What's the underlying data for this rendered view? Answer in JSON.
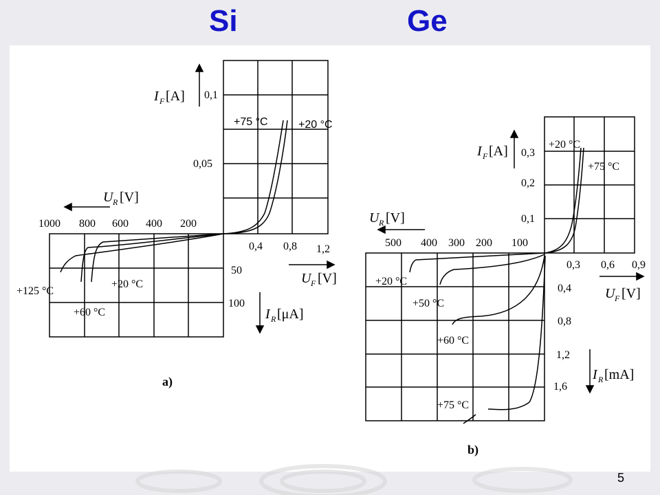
{
  "slide": {
    "title_si": "Si",
    "title_ge": "Ge",
    "page_number": "5"
  },
  "diagram_a": {
    "caption": "a)",
    "if_axis": "[A]",
    "if_sym": "I",
    "if_sub": "F",
    "ur_axis": "[V]",
    "ur_sym": "U",
    "ur_sub": "R",
    "uf_axis": "[V]",
    "uf_sym": "U",
    "uf_sub": "F",
    "ir_axis": "[μA]",
    "ir_sym": "I",
    "ir_sub": "R",
    "if_ticks": [
      "0,1",
      "0,05"
    ],
    "uf_ticks": [
      "0,4",
      "0,8",
      "1,2"
    ],
    "ur_ticks": [
      "1000",
      "800",
      "600",
      "400",
      "200"
    ],
    "ir_ticks": [
      "50",
      "100"
    ],
    "temps": [
      "+75 °C",
      "+20 °C",
      "+125 °C",
      "+20 °C",
      "+60 °C"
    ]
  },
  "diagram_b": {
    "caption": "b)",
    "if_axis": "[A]",
    "if_sym": "I",
    "if_sub": "F",
    "ur_axis": "[V]",
    "ur_sym": "U",
    "ur_sub": "R",
    "uf_axis": "[V]",
    "uf_sym": "U",
    "uf_sub": "F",
    "ir_axis": "[mA]",
    "ir_sym": "I",
    "ir_sub": "R",
    "if_ticks": [
      "0,3",
      "0,2",
      "0,1"
    ],
    "uf_ticks": [
      "0,3",
      "0,6",
      "0,9"
    ],
    "ur_ticks": [
      "500",
      "400",
      "300",
      "200",
      "100"
    ],
    "ir_ticks": [
      "0,4",
      "0,8",
      "1,2",
      "1,6"
    ],
    "temps": [
      "+20 °C",
      "+75 °C",
      "+20 °C",
      "+50 °C",
      "+60 °C",
      "+75 °C"
    ]
  }
}
